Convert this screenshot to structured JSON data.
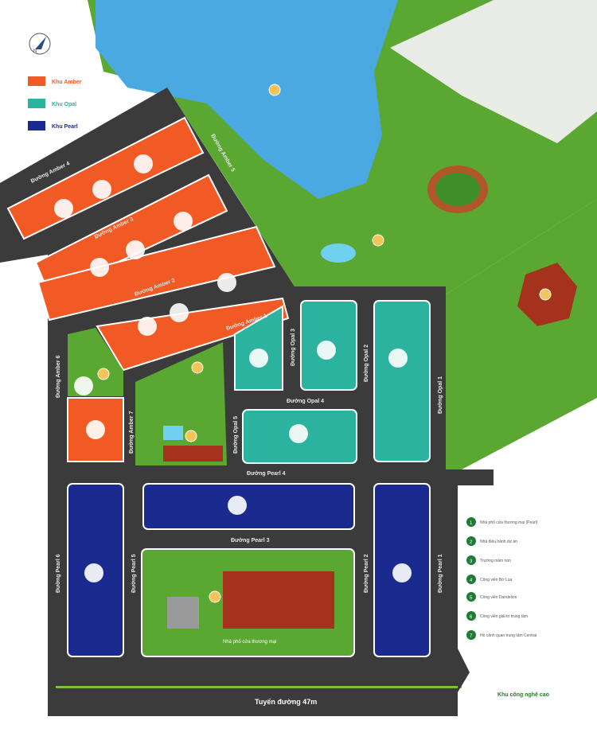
{
  "legend": {
    "zones": [
      {
        "label": "Khu Amber",
        "color": "#f15a24"
      },
      {
        "label": "Khu Opal",
        "color": "#2bb3a0"
      },
      {
        "label": "Khu Pearl",
        "color": "#1b2a8f"
      }
    ],
    "compass_label": "N"
  },
  "poi_legend": [
    {
      "num": "1",
      "label": "Nhà phố cửa thương mại (Pearl)"
    },
    {
      "num": "2",
      "label": "Nhà điều hành dự án"
    },
    {
      "num": "3",
      "label": "Trường mầm non"
    },
    {
      "num": "4",
      "label": "Công viên Bờ Lúa"
    },
    {
      "num": "5",
      "label": "Công viên Dandelion"
    },
    {
      "num": "6",
      "label": "Công viên giải trí trung tâm"
    },
    {
      "num": "7",
      "label": "Hồ cảnh quan trung tâm Central"
    }
  ],
  "roads": {
    "amber1": "Đường Amber 1",
    "amber2": "Đường Amber 2",
    "amber3": "Đường Amber 3",
    "amber4": "Đường Amber 4",
    "amber5": "Đường Amber 5",
    "amber6": "Đường Amber 6",
    "amber7": "Đường Amber 7",
    "opal1": "Đường Opal 1",
    "opal2": "Đường Opal 2",
    "opal3": "Đường Opal 3",
    "opal4": "Đường Opal 4",
    "opal5": "Đường Opal 5",
    "pearl1": "Đường Pearl 1",
    "pearl2": "Đường Pearl 2",
    "pearl3": "Đường Pearl 3",
    "pearl4": "Đường Pearl 4",
    "pearl5": "Đường Pearl 5",
    "pearl6": "Đường Pearl 6",
    "main": "Tuyến đường 47m"
  },
  "labels": {
    "building1": "Nhà phố cửa thương mại",
    "hitech": "Khu công nghệ cao"
  },
  "colors": {
    "amber": "#f15a24",
    "opal": "#2bb3a0",
    "pearl": "#1b2a8f",
    "road": "#3b3b3b",
    "grass": "#5aa832",
    "water": "#4aa9e0"
  }
}
